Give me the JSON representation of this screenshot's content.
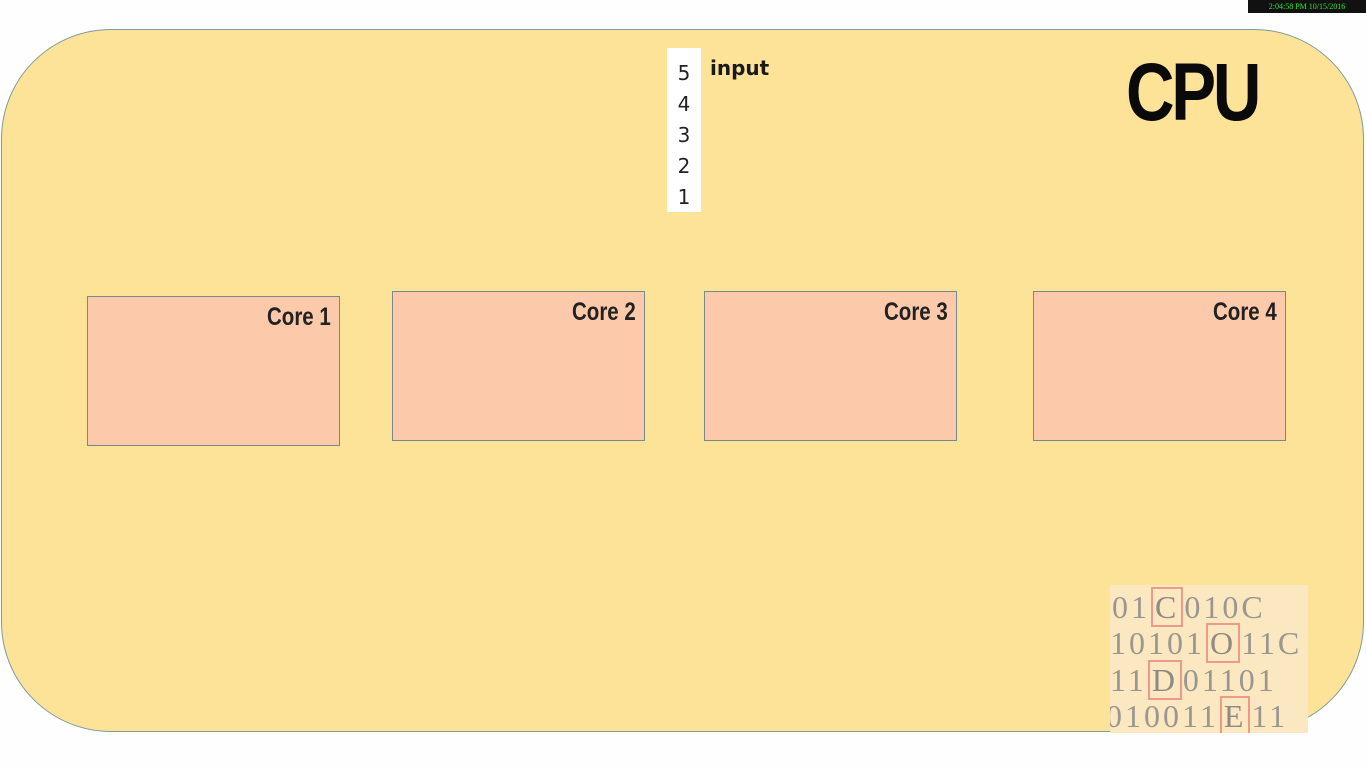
{
  "timestamp": "2:04:58 PM 10/15/2016",
  "cpu": {
    "label": "CPU"
  },
  "input": {
    "label": "input",
    "stack": [
      "5",
      "4",
      "3",
      "2",
      "1"
    ]
  },
  "cores": [
    {
      "label": "Core 1"
    },
    {
      "label": "Core 2"
    },
    {
      "label": "Core 3"
    },
    {
      "label": "Core 4"
    }
  ],
  "logo": {
    "rows": [
      [
        "01",
        "C",
        "010C"
      ],
      [
        "10101",
        "O",
        "11C"
      ],
      [
        "11",
        "D",
        "01101"
      ],
      [
        "010011",
        "E",
        "11"
      ]
    ],
    "highlight_color": "#ec9a8c"
  },
  "colors": {
    "cpu_fill": "#fde397",
    "core_fill": "#fcc9aa",
    "border": "#7d9c9c"
  }
}
